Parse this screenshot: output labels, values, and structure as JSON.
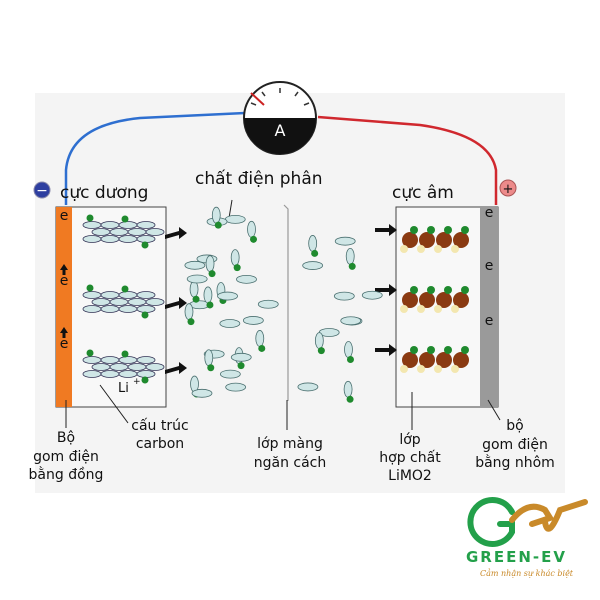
{
  "diagram": {
    "ammeter_label": "A",
    "electrolyte_label": "chất điện phân",
    "left_electrode_label": "cực dương",
    "right_electrode_label": "cực âm",
    "negative_sign": "−",
    "positive_sign": "+",
    "electron_symbol": "e",
    "lithium_ion_label": "Li",
    "lithium_ion_charge": "+",
    "carbon_structure_label": [
      "cấu trúc",
      "carbon"
    ],
    "copper_collector_label": [
      "Bộ",
      "gom điện",
      "bằng đồng"
    ],
    "separator_label": [
      "lớp màng",
      "ngăn cách"
    ],
    "limo2_label": [
      "lớp",
      "hợp chất",
      "LiMO2"
    ],
    "aluminum_collector_label": [
      "bộ",
      "gom điện",
      "bằng nhôm"
    ],
    "colors": {
      "copper": "#f07a22",
      "aluminum": "#9a9a9a",
      "wire_negative": "#2e6fd0",
      "wire_positive": "#d0282e",
      "lithium": "#1f8a2e",
      "electrolyte": "#cfe6e6"
    }
  },
  "logo": {
    "mark": "GEV",
    "name": "GREEN-EV",
    "slogan": "Cảm nhận sự khác biệt"
  }
}
